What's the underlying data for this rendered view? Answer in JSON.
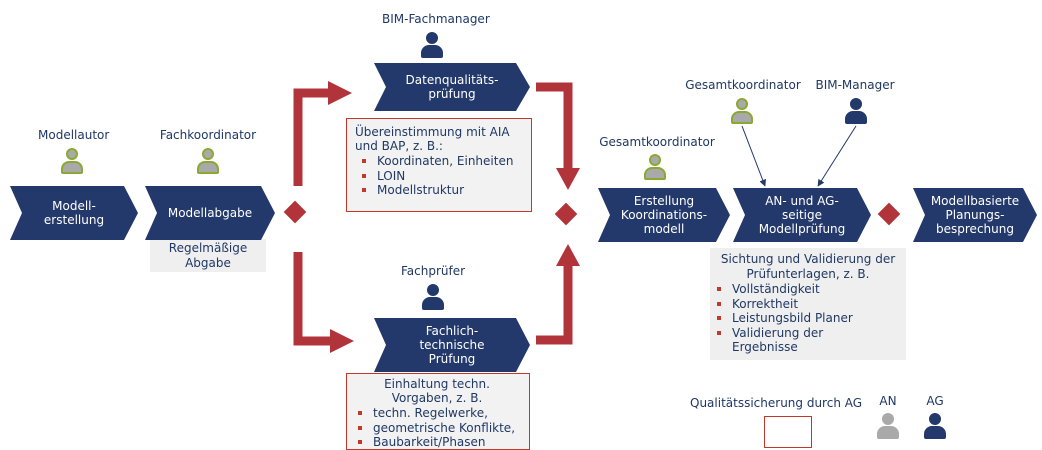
{
  "roles": {
    "modellautor": "Modellautor",
    "fachkoordinator": "Fachkoordinator",
    "bim_fachmanager": "BIM-Fachmanager",
    "fachpruefer": "Fachprüfer",
    "gesamtkoordinator_left": "Gesamtkoordinator",
    "gesamtkoordinator_top": "Gesamtkoordinator",
    "bim_manager": "BIM-Manager"
  },
  "process": {
    "modellerstellung": "Modell-\nerstellung",
    "modellabgabe": "Modellabgabe",
    "datenqualitaet": "Datenqualitäts-\nprüfung",
    "fachtechnisch": "Fachlich-\ntechnische\nPrüfung",
    "koordinationsmodell": "Erstellung\nKoordinations-\nmodell",
    "an_ag_pruefung": "AN- und AG-\nseitige\nModellprüfung",
    "planungsbesprechung": "Modellbasierte\nPlanungs-\nbesprechung"
  },
  "notes": {
    "regelmaessig": "Regelmäßige\nAbgabe",
    "aia": {
      "intro": "Übereinstimmung mit AIA\nund BAP, z. B.:",
      "items": [
        "Koordinaten, Einheiten",
        "LOIN",
        "Modellstruktur"
      ]
    },
    "einhaltung": {
      "intro": "Einhaltung techn.\nVorgaben, z. B.",
      "items": [
        "techn. Regelwerke,",
        "geometrische Konflikte,",
        "Baubarkeit/Phasen"
      ]
    },
    "sichtung": {
      "intro": "Sichtung und Validierung der\nPrüfunterlagen, z. B.",
      "items": [
        "Vollständigkeit",
        "Korrektheit",
        "Leistungsbild Planer",
        "Validierung der\nErgebnisse"
      ]
    }
  },
  "legend": {
    "qs_label": "Qualitätssicherung durch AG",
    "an": "AN",
    "ag": "AG"
  },
  "colors": {
    "navy": "#23386b",
    "red": "#b1343a",
    "grey_person": "#a9a9a9",
    "green_outline": "#8aa832",
    "note_bg": "#efefef"
  }
}
